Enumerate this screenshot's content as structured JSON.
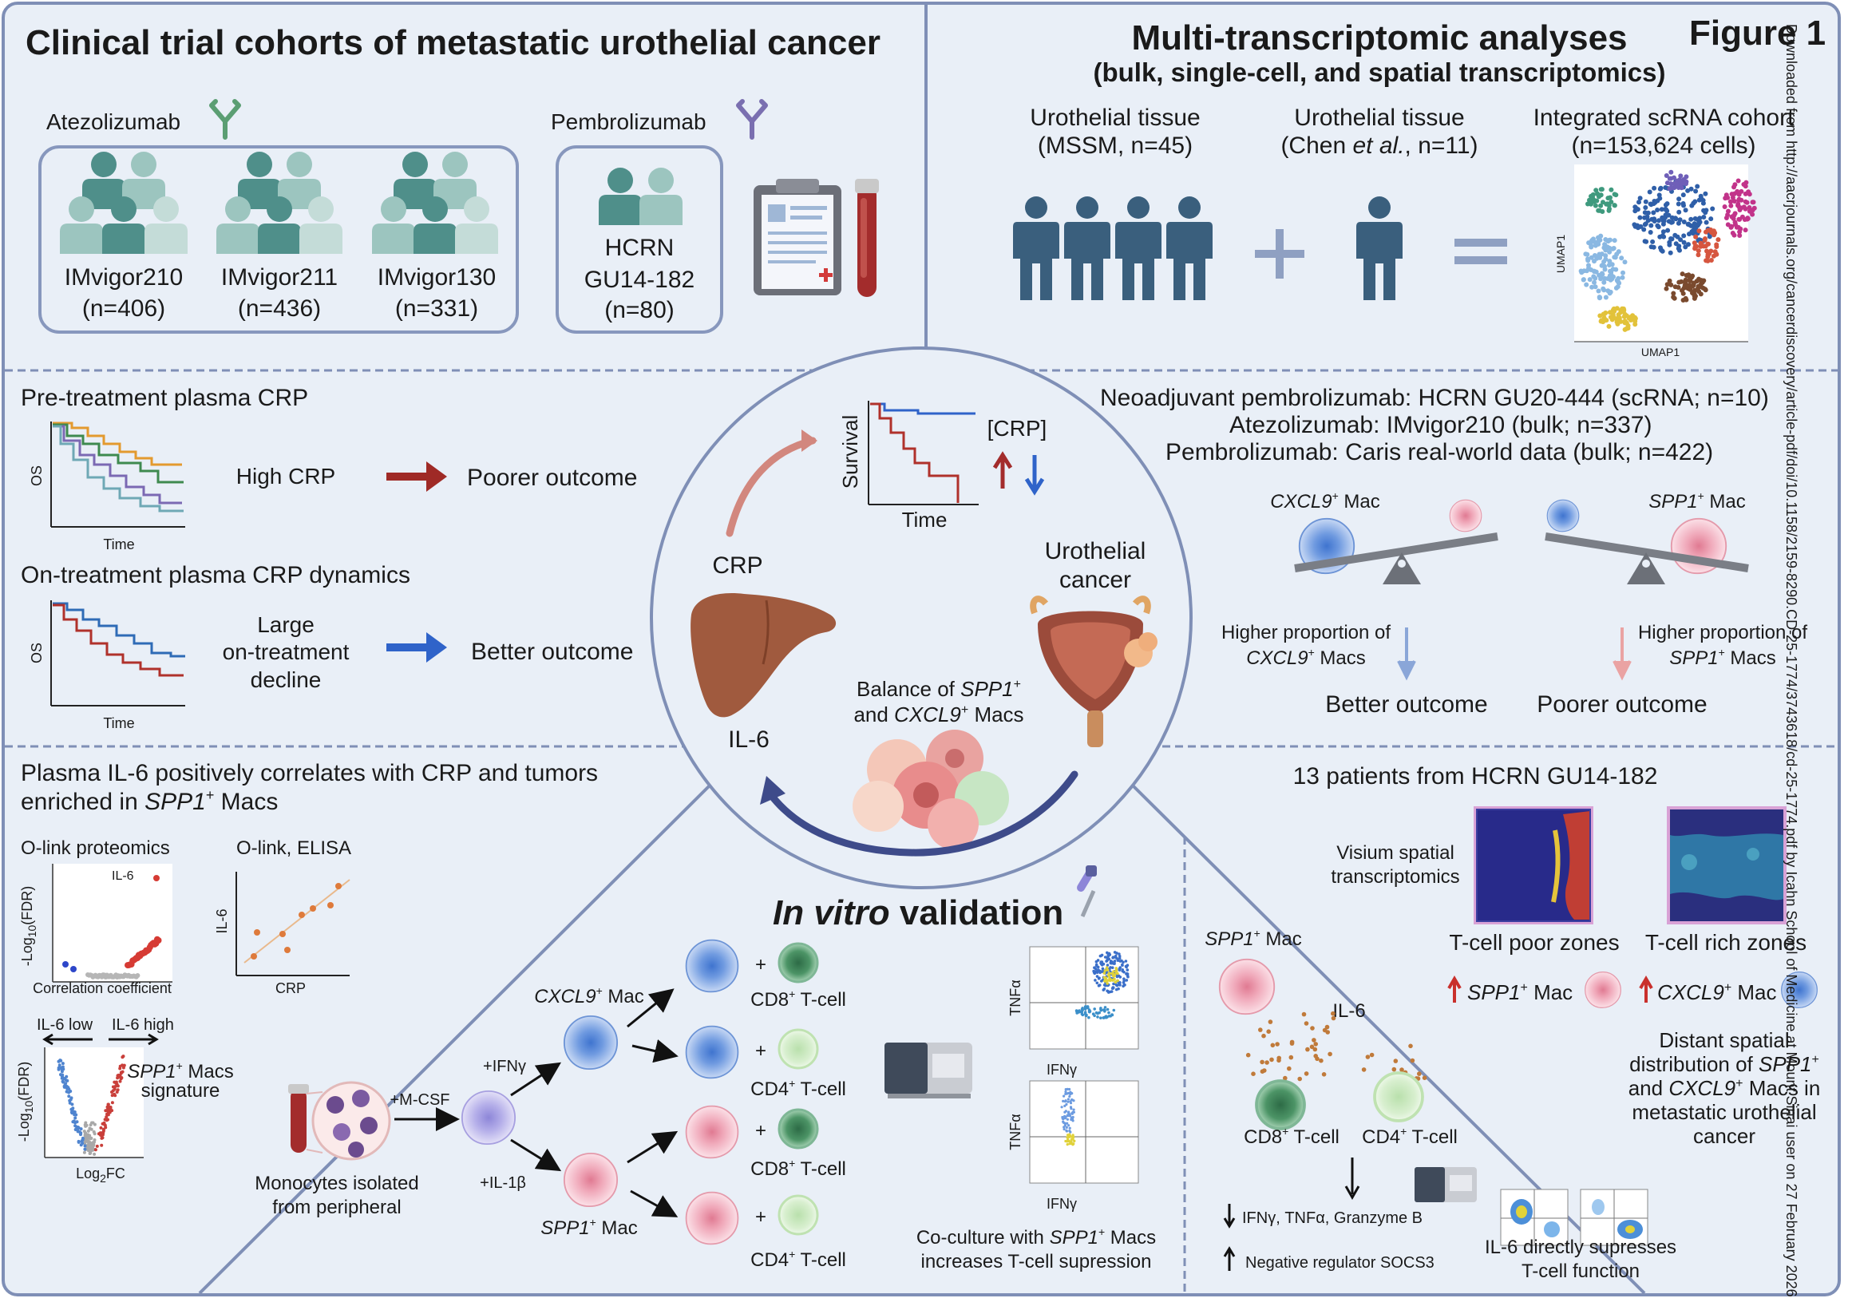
{
  "figure_label": "Figure 1",
  "watermark": "Downloaded from http://aacrjournals.org/cancerdiscovery/article-pdf/doi/10.1158/2159-8290.CD-25-1774/3743618/cd-25-1774.pdf by Icahn School of Medicine at Mount Sinai user on 27 February 2026",
  "colors": {
    "panel_bg": "#e9eff7",
    "border": "#7f8fb6",
    "person_dark": "#3d6f7e",
    "teal": "#4f8f8a",
    "teal_light": "#9cc5bf",
    "red": "#b0312b",
    "blue": "#2f63c9"
  },
  "cohorts": {
    "title": "Clinical trial cohorts of metastatic urothelial cancer",
    "atezolizumab": "Atezolizumab",
    "pembrolizumab": "Pembrolizumab",
    "trials": [
      {
        "name": "IMvigor210",
        "n": "(n=406)"
      },
      {
        "name": "IMvigor211",
        "n": "(n=436)"
      },
      {
        "name": "IMvigor130",
        "n": "(n=331)"
      }
    ],
    "hcrn": {
      "line1": "HCRN",
      "line2": "GU14-182",
      "n": "(n=80)"
    }
  },
  "multi": {
    "title": "Multi-transcriptomic analyses",
    "subtitle": "(bulk, single-cell, and spatial transcriptomics)",
    "tissue1": {
      "line1": "Urothelial tissue",
      "line2": "(MSSM, n=45)"
    },
    "tissue2": {
      "line1": "Urothelial tissue",
      "line2a": "(Chen ",
      "line2b": "et al.",
      "line2c": ", n=11)"
    },
    "integrated": {
      "line1": "Integrated scRNA cohort",
      "line2": "(n=153,624 cells)"
    },
    "umap_x": "UMAP1",
    "umap_y": "UMAP1"
  },
  "crp": {
    "pre_title": "Pre-treatment plasma CRP",
    "os_label": "OS",
    "time_label": "Time",
    "high_crp": "High CRP",
    "poorer_outcome": "Poorer outcome",
    "on_title": "On-treatment plasma CRP dynamics",
    "large_1": "Large",
    "large_2": "on-treatment",
    "large_3": "decline",
    "better_outcome": "Better outcome"
  },
  "center": {
    "survival": "Survival",
    "time": "Time",
    "crp_bracket": "[CRP]",
    "crp": "CRP",
    "urothelial_1": "Urothelial",
    "urothelial_2": "cancer",
    "il6": "IL-6",
    "balance_1a": "Balance of ",
    "balance_1b": "SPP1",
    "balance_1c": "+",
    "balance_2a": "and ",
    "balance_2b": "CXCL9",
    "balance_2c": "+",
    "balance_2d": " Macs"
  },
  "neo": {
    "line1": "Neoadjuvant pembrolizumab: HCRN GU20-444 (scRNA; n=10)",
    "line2": "Atezolizumab: IMvigor210 (bulk; n=337)",
    "line3": "Pembrolizumab: Caris real-world data (bulk; n=422)",
    "cxcl9": "CXCL9",
    "spp1": "SPP1",
    "plus": "+",
    "mac": " Mac",
    "higher_prop": "Higher proportion of",
    "macs": " Macs",
    "better": "Better outcome",
    "poorer": "Poorer outcome"
  },
  "il6panel": {
    "title1": "Plasma IL-6 positively correlates with CRP and tumors",
    "title2a": "enriched in ",
    "title2b": "SPP1",
    "title2c": "+",
    "title2d": " Macs",
    "olink": "O-link proteomics",
    "olink_elisa": "O-link, ELISA",
    "il6": "IL-6",
    "neglog": "-Log",
    "sub10": "10",
    "fdr": "(FDR)",
    "corr": "Correlation coefficient",
    "crp": "CRP",
    "il6_low": "IL-6 low",
    "il6_high": "IL-6 high",
    "spp1": "SPP1",
    "plus": "+",
    "macs": " Macs",
    "signature": "signature",
    "log2fc": "Log",
    "sub2": "2",
    "fc": "FC"
  },
  "vitro": {
    "title_i": "In vitro",
    "title_r": " validation",
    "mcsf": "+M-CSF",
    "ifng": "+IFNγ",
    "il1b": "+IL-1β",
    "cxcl9": "CXCL9",
    "spp1": "SPP1",
    "plus": "+",
    "mac": " Mac",
    "monocytes_1": "Monocytes isolated",
    "monocytes_2": "from peripheral",
    "cd8": "CD8",
    "cd4": "CD4",
    "tcell": " T-cell",
    "tnfa": "TNFα",
    "ifng_axis": "IFNγ",
    "cocult_1a": "Co-culture with ",
    "cocult_1b": "SPP1",
    "cocult_1c": "+",
    "cocult_1d": " Macs",
    "cocult_2": "increases T-cell supression"
  },
  "mech": {
    "spp1": "SPP1",
    "plus": "+",
    "mac": " Mac",
    "il6": "IL-6",
    "cd8": "CD8",
    "cd4": "CD4",
    "tcell": " T-cell",
    "down_text": "IFNγ, TNFα, Granzyme B",
    "up_text": "Negative regulator SOCS3",
    "directly_1": "IL-6 directly supresses",
    "directly_2": "T-cell function"
  },
  "spatial": {
    "title": "13 patients from HCRN GU14-182",
    "visium_1": "Visium spatial",
    "visium_2": "transcriptomics",
    "poor": "T-cell poor zones",
    "rich": "T-cell rich zones",
    "spp1": "SPP1",
    "cxcl9": "CXCL9",
    "plus": "+",
    "mac": " Mac",
    "dist_1": "Distant spatial",
    "dist_2a": "distribution of ",
    "dist_2b": "SPP1",
    "dist_2c": "+",
    "dist_3a": "and ",
    "dist_3b": "CXCL9",
    "dist_3c": "+",
    "dist_3d": " Macs in",
    "dist_4": "metastatic urothelial",
    "dist_5": "cancer"
  }
}
